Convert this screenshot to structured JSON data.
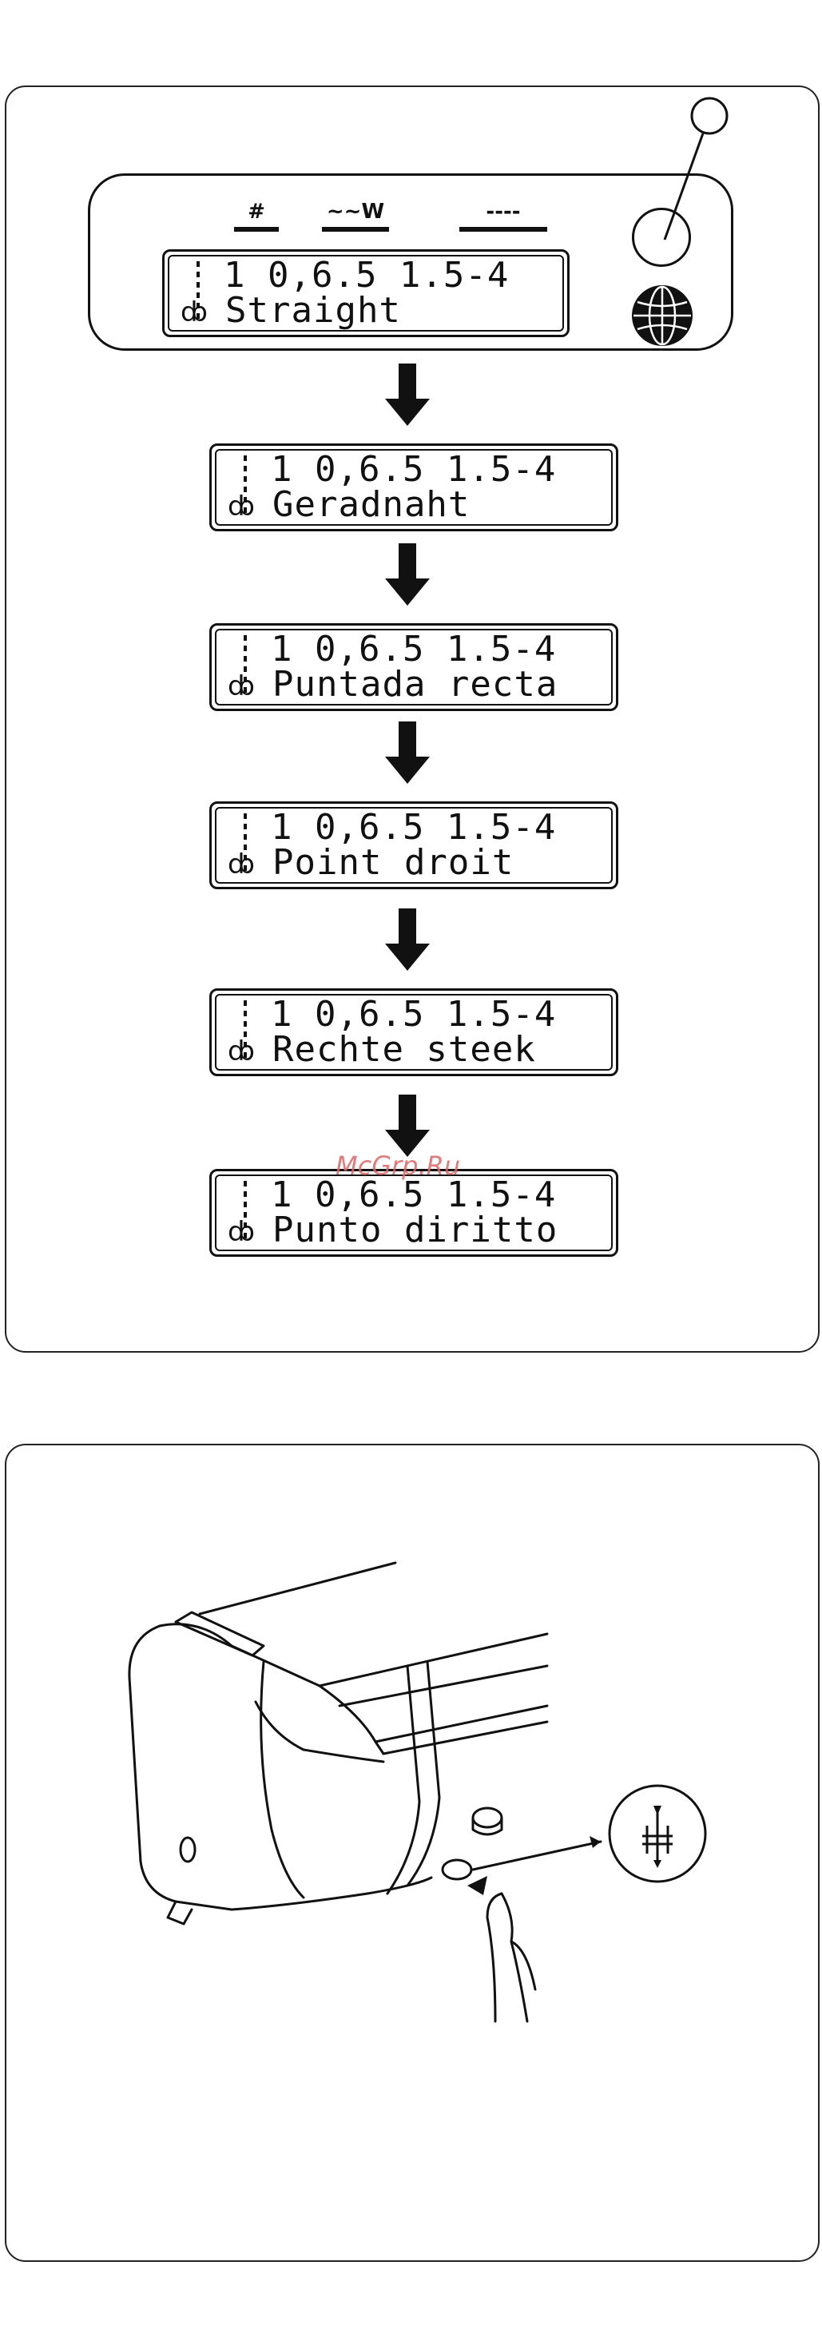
{
  "header_stitches": {
    "stitch_number": "#",
    "stitch_width": "~~W",
    "stitch_length": "----"
  },
  "display_values": "1 0,6.5 1.5-4",
  "stitch_names": {
    "english": "Straight",
    "german": "Geradnaht",
    "spanish": "Puntada recta",
    "french": "Point droit",
    "dutch": "Rechte steek",
    "italian": "Punto diritto"
  },
  "watermark": "McGrp.Ru"
}
